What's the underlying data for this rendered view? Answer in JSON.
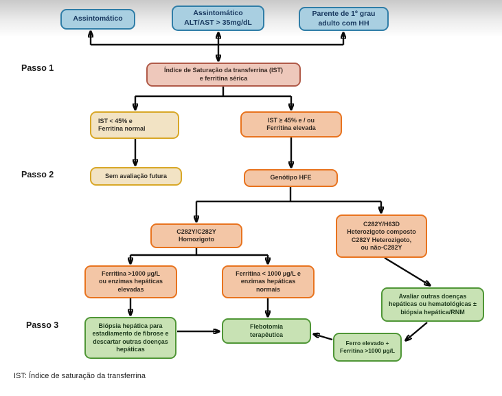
{
  "labels": {
    "step1": "Passo 1",
    "step2": "Passo 2",
    "step3": "Passo 3",
    "footnote": "IST: Índice de saturação da transferrina"
  },
  "nodes": {
    "asymptomatic": "Assintomático",
    "asymptomatic_alt": "Assintomático\nALT/AST > 35mg/dL",
    "relative": "Parente de 1º grau\nadulto com HH",
    "ist_ferritin": "Índice de Saturação da transferrina (IST)\ne ferritina sérica",
    "ist_low": "IST < 45% e\nFerritina normal",
    "ist_high": "IST ≥ 45% e / ou\nFerritina elevada",
    "no_eval": "Sem avaliação futura",
    "hfe_genotype": "Genótipo HFE",
    "homozygote": "C282Y/C282Y\nHomozigoto",
    "heterozygote": "C282Y/H63D\nHeterozigoto composto\nC282Y Heterozigoto,\nou não-C282Y",
    "ferritin_high": "Ferritina >1000 µg/L\nou enzimas hepáticas\nelevadas",
    "ferritin_normal": "Ferritina < 1000 µg/L e\nenzimas hepáticas\nnormais",
    "biopsy": "Biópsia hepática para\nestadiamento de fibrose e\ndescartar outras doenças\nhepáticas",
    "phlebotomy": "Flebotomia\nterapêutica",
    "evaluate_other": "Avaliar outras doenças\nhepáticas ou hematológicas ±\nbiópsia hepática/RNM",
    "iron_high": "Ferro elevado +\nFerritina >1000 µg/L"
  },
  "colors": {
    "blue_fill": "#a9cfe1",
    "blue_border": "#2f7da7",
    "pink_fill": "#eec8bb",
    "pink_border": "#b05a48",
    "yellow_fill": "#f2e3c4",
    "yellow_border": "#d8a727",
    "orange_fill": "#f3c6a6",
    "orange_border": "#e8731e",
    "green_fill": "#c8e2b4",
    "green_border": "#4f9636",
    "arrow": "#0a0a0a"
  }
}
